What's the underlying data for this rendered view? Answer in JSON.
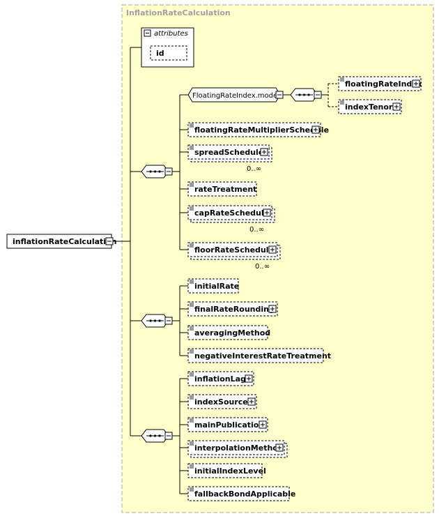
{
  "root": {
    "label": "inflationRateCalculation"
  },
  "type_box": {
    "title": "InflationRateCalculation"
  },
  "attributes": {
    "title": "attributes",
    "items": [
      "id"
    ]
  },
  "model_group": {
    "label": "FloatingRateIndex.model"
  },
  "model_children": [
    "floatingRateIndex",
    "indexTenor"
  ],
  "sequence1": [
    {
      "label": "floatingRateMultiplierSchedule"
    },
    {
      "label": "spreadSchedule",
      "occurs": "0..∞"
    },
    {
      "label": "rateTreatment"
    },
    {
      "label": "capRateSchedule",
      "occurs": "0..∞"
    },
    {
      "label": "floorRateSchedule",
      "occurs": "0..∞"
    }
  ],
  "sequence2": [
    {
      "label": "initialRate"
    },
    {
      "label": "finalRateRounding"
    },
    {
      "label": "averagingMethod"
    },
    {
      "label": "negativeInterestRateTreatment"
    }
  ],
  "sequence3": [
    {
      "label": "inflationLag"
    },
    {
      "label": "indexSource"
    },
    {
      "label": "mainPublication"
    },
    {
      "label": "interpolationMethod"
    },
    {
      "label": "initialIndexLevel"
    },
    {
      "label": "fallbackBondApplicable"
    }
  ],
  "colors": {
    "type_box_fill": "#ffffcc",
    "type_box_border": "#b0b0a0",
    "title_text": "#a0a0a0",
    "line": "#000000"
  }
}
